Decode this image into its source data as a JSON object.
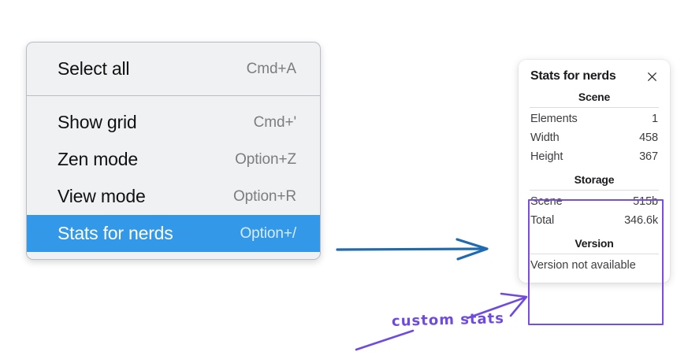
{
  "menu": {
    "groups": [
      {
        "items": [
          {
            "label": "Select all",
            "shortcut": "Cmd+A",
            "selected": false
          }
        ]
      },
      {
        "items": [
          {
            "label": "Show grid",
            "shortcut": "Cmd+'",
            "selected": false
          },
          {
            "label": "Zen mode",
            "shortcut": "Option+Z",
            "selected": false
          },
          {
            "label": "View mode",
            "shortcut": "Option+R",
            "selected": false
          },
          {
            "label": "Stats for nerds",
            "shortcut": "Option+/",
            "selected": true
          }
        ]
      }
    ],
    "colors": {
      "background": "#f0f1f3",
      "border": "#b9bec6",
      "selected_background": "#3498e8",
      "label": "#111111",
      "shortcut": "#7d7d7d"
    }
  },
  "stats_panel": {
    "title": "Stats for nerds",
    "close_icon": "close-icon",
    "sections": [
      {
        "title": "Scene",
        "rows": [
          {
            "key": "Elements",
            "value": "1"
          },
          {
            "key": "Width",
            "value": "458"
          },
          {
            "key": "Height",
            "value": "367"
          }
        ]
      },
      {
        "title": "Storage",
        "rows": [
          {
            "key": "Scene",
            "value": "515b"
          },
          {
            "key": "Total",
            "value": "346.6k"
          }
        ]
      },
      {
        "title": "Version",
        "single_value": "Version not available"
      }
    ]
  },
  "annotations": {
    "handwritten_label": "custom stats",
    "highlight_color": "#7a4fd6",
    "arrow_color": "#6f4ae0",
    "flow_arrow_color": "#1f6bb0"
  }
}
